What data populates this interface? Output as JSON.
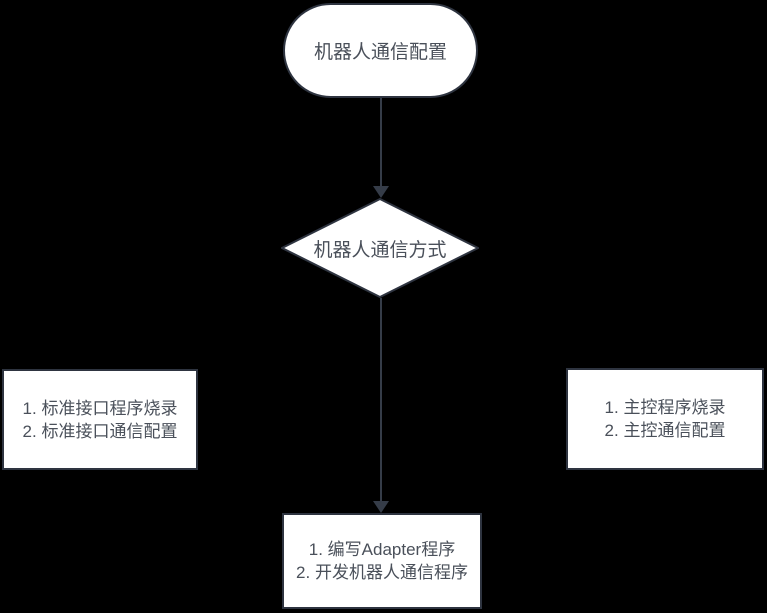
{
  "colors": {
    "background": "#000000",
    "shape_fill": "#ffffff",
    "shape_border": "#2e3440",
    "connector": "#353c48",
    "text": "#4a505a"
  },
  "nodes": {
    "start": {
      "type": "terminator",
      "label": "机器人通信配置"
    },
    "decision": {
      "type": "decision",
      "label": "机器人通信方式"
    },
    "left": {
      "type": "process",
      "lines": [
        "1. 标准接口程序烧录",
        "2. 标准接口通信配置"
      ]
    },
    "right": {
      "type": "process",
      "lines": [
        "1. 主控程序烧录",
        "2. 主控通信配置"
      ]
    },
    "bottom": {
      "type": "process",
      "lines": [
        "1. 编写Adapter程序",
        "2. 开发机器人通信程序"
      ]
    }
  },
  "edges": [
    {
      "from": "start",
      "to": "decision",
      "arrow": "down"
    },
    {
      "from": "decision",
      "to": "bottom",
      "arrow": "down"
    }
  ]
}
